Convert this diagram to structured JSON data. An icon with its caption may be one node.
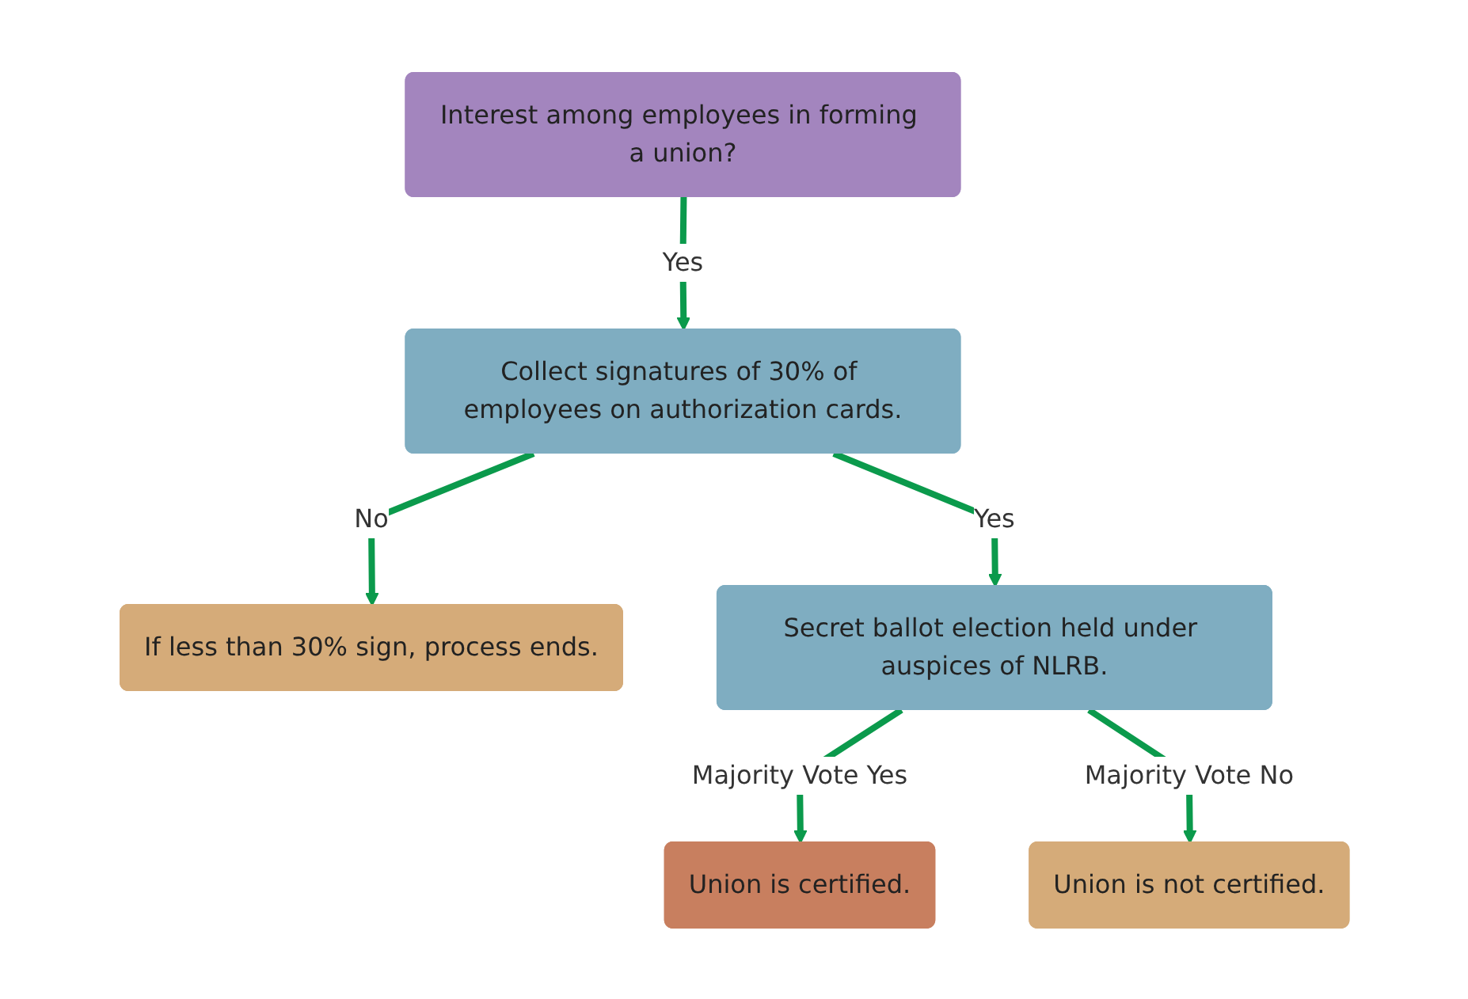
{
  "diagram": {
    "nodes": [
      {
        "text": [
          "Interest among employees in forming a union?"
        ]
      },
      {
        "text": [
          "Collect signatures of 30% of employees on authorization cards."
        ]
      },
      {
        "text": [
          "If less than 30% sign, process ends."
        ]
      },
      {
        "text": [
          "Secret ballot election held under auspices of NLRB."
        ]
      },
      {
        "text": [
          "Union is certified."
        ]
      },
      {
        "text": [
          "Union is not certified."
        ]
      }
    ],
    "edges": [
      {
        "from": 0,
        "to": 1,
        "arrow": "to",
        "label": "Yes"
      },
      {
        "from": 1,
        "to": 2,
        "arrow": "to",
        "label": "No"
      },
      {
        "from": 1,
        "to": 3,
        "arrow": "to",
        "label": "Yes"
      },
      {
        "from": 3,
        "to": 4,
        "arrow": "to",
        "label": "Majority Vote Yes"
      },
      {
        "from": 3,
        "to": 5,
        "arrow": "to",
        "label": "Majority Vote No"
      }
    ]
  }
}
